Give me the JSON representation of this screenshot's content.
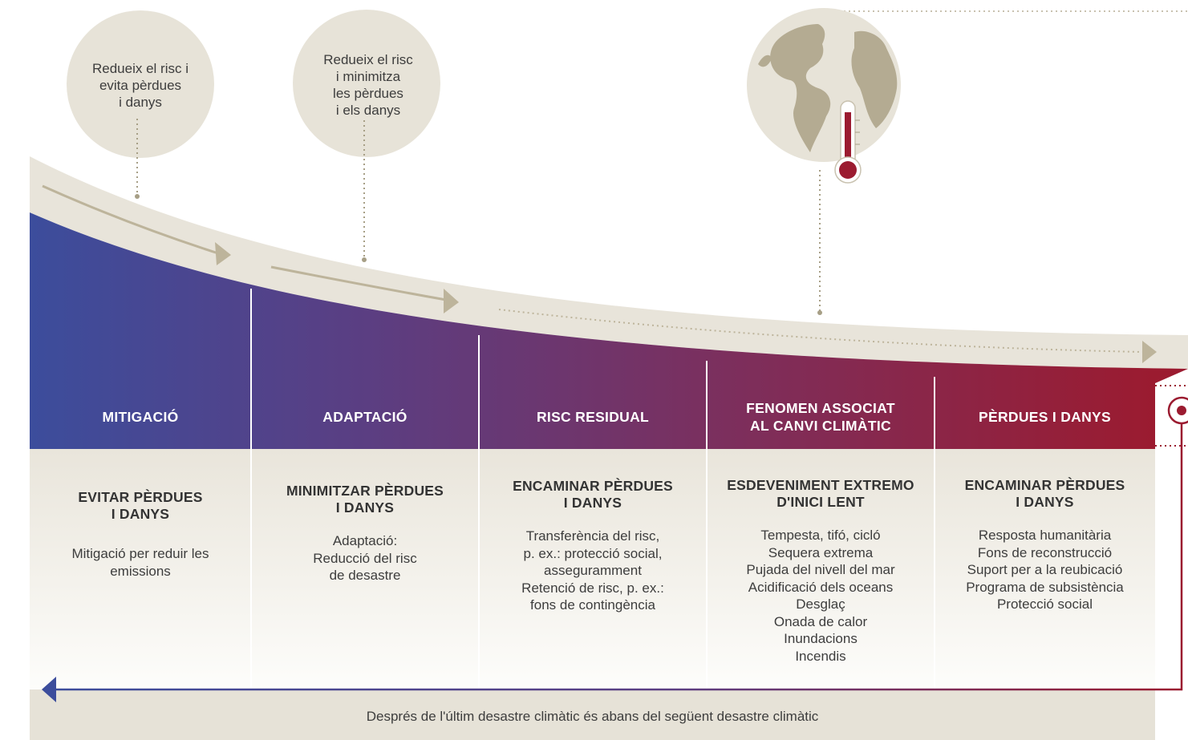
{
  "bubbles": [
    {
      "text": "Redueix el risc i\nevita pèrdues\ni danys"
    },
    {
      "text": "Redueix el risc\ni minimitza\nles pèrdues\ni els danys"
    }
  ],
  "stages": [
    {
      "label": "MITIGACIÓ",
      "title": "EVITAR PÈRDUES\nI DANYS",
      "body": "Mitigació per reduir les\nemissions"
    },
    {
      "label": "ADAPTACIÓ",
      "title": "MINIMITZAR PÈRDUES\nI DANYS",
      "body": "Adaptació:\nReducció del risc\nde desastre"
    },
    {
      "label": "RISC RESIDUAL",
      "title": "ENCAMINAR PÈRDUES\nI DANYS",
      "body": "Transferència del risc,\np. ex.: protecció social,\nasseguramment\nRetenció de risc, p. ex.:\nfons de contingència"
    },
    {
      "label": "FENOMEN ASSOCIAT\nAL CANVI CLIMÀTIC",
      "title": "ESDEVENIMENT EXTREMO\nD'INICI LENT",
      "body": "Tempesta, tifó, cicló\nSequera extrema\nPujada del nivell del mar\nAcidificació dels oceans\nDesglaç\nOnada de calor\nInundacions\nIncendis"
    },
    {
      "label": "PÈRDUES I DANYS",
      "title": "ENCAMINAR PÈRDUES\nI DANYS",
      "body": "Resposta humanitària\nFons de reconstrucció\nSuport per a la reubicació\nPrograma de subsistència\nProtecció social"
    }
  ],
  "footer": {
    "text": "Després de l'últim desastre climàtic és abans del següent desastre climàtic"
  },
  "icons": [
    "globe-icon",
    "thermometer-icon",
    "target-icon",
    "arrow-left-icon"
  ],
  "colors": {
    "band": "#e8e4da",
    "bubble": "#e7e3d8",
    "accent_blue": "#3c4d9c",
    "accent_red": "#9b1b30",
    "arrow": "#bdb49b",
    "text": "#3a3a3a"
  }
}
